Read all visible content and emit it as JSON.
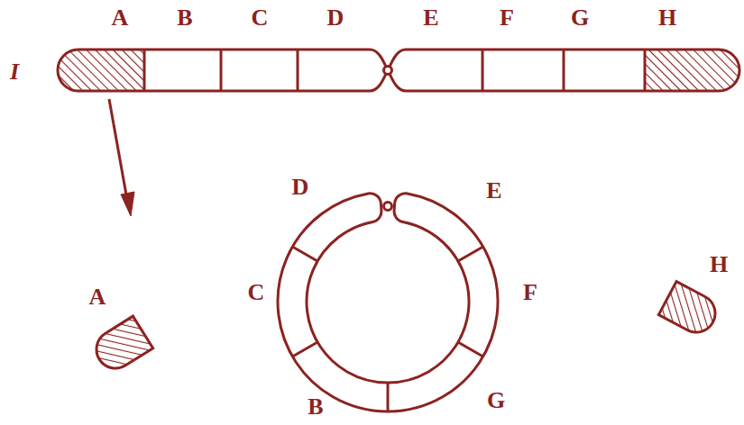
{
  "diagram": {
    "labels": [
      "I",
      "A",
      "B",
      "C",
      "D",
      "E",
      "F",
      "G",
      "H",
      "D",
      "E",
      "C",
      "F",
      "B",
      "G",
      "A",
      "H"
    ]
  }
}
